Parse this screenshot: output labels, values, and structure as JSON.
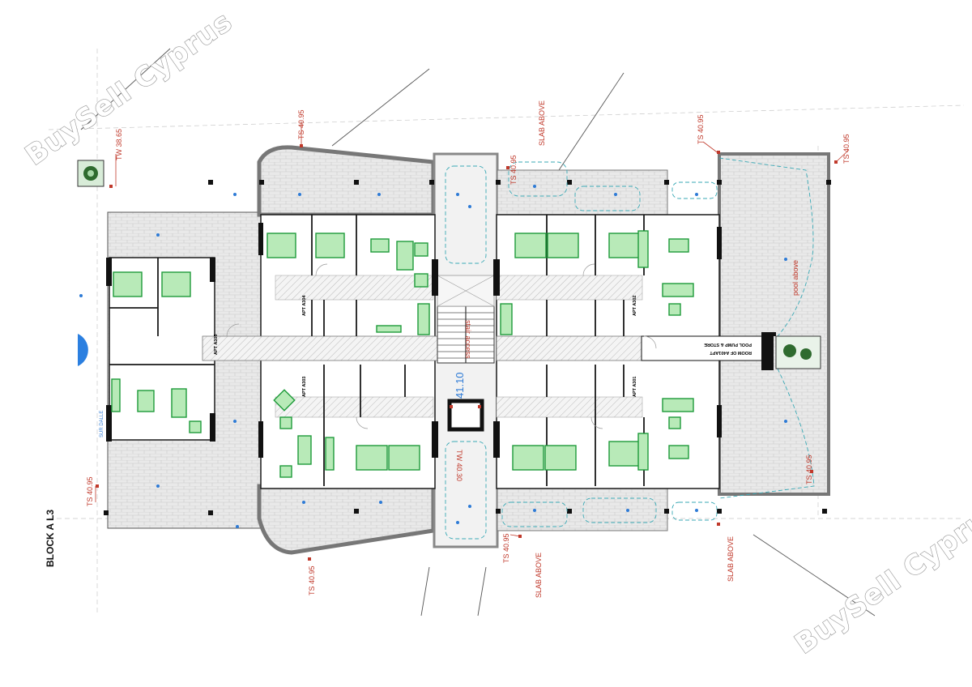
{
  "title": "BLOCK A L3",
  "watermark": "BuySell Cyprus",
  "center_level": "41.10",
  "labels": {
    "ts": "TS 40.95",
    "tw_top": "TW 38.65",
    "tw_core": "TW 40.30",
    "slab": "SLAB ABOVE",
    "pool": "pool above",
    "pump_line1": "POOL PUMP & STORE",
    "pump_line2": "ROOM OF A401APT",
    "side_note": "SUR DALLE",
    "stair_note": "stair access"
  },
  "apartments": {
    "a301": "APT A301",
    "a302": "APT A302",
    "a303": "APT A303",
    "a304": "APT A304",
    "a305": "APT A305"
  },
  "colors": {
    "wall": "#1a1a1a",
    "terrace": "#e6e6e6",
    "furniture": "#1e9b3a",
    "furniture_fill": "#b8eab8",
    "annotation": "#c0392b",
    "dash": "#3aa9b5",
    "point": "#2e7bd6",
    "hatch": "#b5b5b5"
  }
}
